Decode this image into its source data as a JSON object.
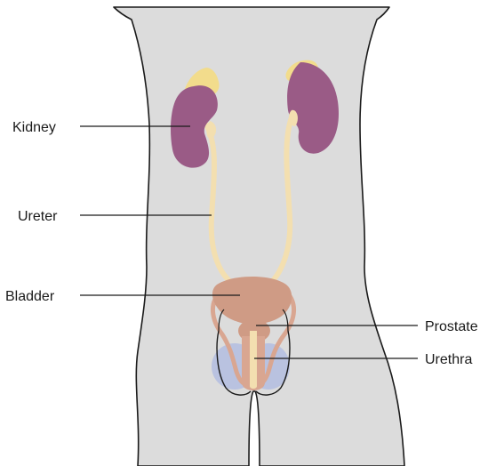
{
  "labels": {
    "kidney": "Kidney",
    "ureter": "Ureter",
    "bladder": "Bladder",
    "prostate": "Prostate",
    "urethra": "Urethra"
  },
  "colors": {
    "body_fill": "#dcdcdc",
    "body_outline": "#1a1a1a",
    "kidney": "#9a5b86",
    "adrenal": "#f2dc8c",
    "ureter": "#f3dfb0",
    "bladder": "#cf9b85",
    "urethra_wall": "#d9a691",
    "testis": "#b9c2e0",
    "leader": "#1a1a1a"
  }
}
